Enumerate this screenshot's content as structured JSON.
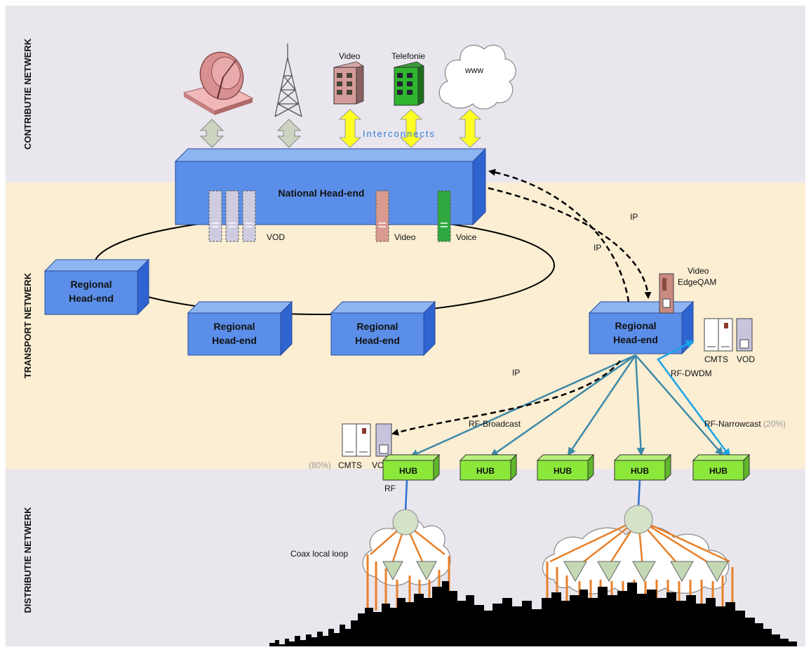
{
  "bands": {
    "contributie": "CONTRIBUTIE NETWERK",
    "transport": "TRANSPORT NETWERK",
    "distributie": "DISTRIBUTIE NETWERK"
  },
  "sources": {
    "video": "Video",
    "telefonie": "Telefonie",
    "www": "www",
    "interconnects": "Interconnects"
  },
  "national": {
    "title": "National Head-end",
    "vod": "VOD",
    "video": "Video",
    "voice": "Voice"
  },
  "regional": {
    "line1": "Regional",
    "line2": "Head-end"
  },
  "links": {
    "ip": "IP",
    "rf_broadcast": "RF-Broadcast",
    "rf_narrowcast": "RF-Narrowcast",
    "narrowcast_pct": "(20%)",
    "rf_dwdm": "RF-DWDM",
    "rf": "RF"
  },
  "equipment": {
    "edgeqam_line1": "Video",
    "edgeqam_line2": "EdgeQAM",
    "cmts": "CMTS",
    "vod": "VOD",
    "hub_pct": "(80%)"
  },
  "hubs": [
    "HUB",
    "HUB",
    "HUB",
    "HUB",
    "HUB"
  ],
  "distribution": {
    "coax": "Coax local loop"
  },
  "colors": {
    "contributie_bg": "#e9e6ee",
    "transport_bg": "#fbeed3",
    "distributie_bg": "#e9e6ee",
    "headend_blue": "#5b8ee8",
    "hub_green": "#8be83a",
    "rf_line": "#3d8aa8",
    "coax_orange": "#e8802a",
    "interconnect_yellow": "#ffff22"
  }
}
